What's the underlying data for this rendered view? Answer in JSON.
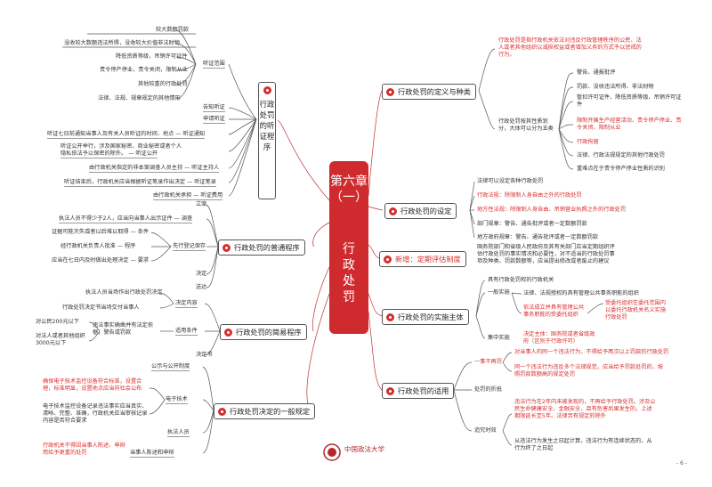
{
  "center": {
    "chapter": "第六章（一）",
    "title": "行政处罚"
  },
  "left": {
    "hearing": {
      "title": "行政处罚的听证程序",
      "scope": {
        "label": "听证范围",
        "items": [
          "较大数额罚款",
          "没收较大数额违法所得，没收较大价值非法财物",
          "降低资质等级，吊销许可证件",
          "责令停产停业，责令关闭，限制从业",
          "其他较重的行政处罚",
          "法律、法规、规章规定的其他情形"
        ]
      },
      "notify": "告知听证",
      "apply": "申请听证",
      "hearing_notice": "听证七日前通知当事人及有关人员听证的时间、地点 — 听证通知",
      "public": [
        "听证公开举行，涉及国家秘密、商业秘密或者个人",
        "隐私依法予以保密的除外。 — 听证公开"
      ],
      "host": "由行政机关指定的非本案调查人员主持 — 听证主持人",
      "record": "听证结束后，行政机关应当根据听证笔录作出决定 — 听证笔录",
      "cost": "由行政机关承担 — 听证费用"
    },
    "general": {
      "title": "行政处罚的普通程序",
      "filing": "立案",
      "investigation": "执法人员不得少于2人，应当向当事人出示证件 — 调查",
      "preserve": "先行登记保存",
      "conditions": "证据可能灭失或者以后难以取得 — 条件",
      "procedure": "经行政机关负责人批准 — 程序",
      "requirement": "应当在七日内及时做出处理决定 — 要求",
      "decision": "决定",
      "deliver": "送达"
    },
    "simple": {
      "title": "行政处罚的简易程序",
      "decision_content": "决定内容",
      "items": [
        "执法人员当场作出行政处罚决定",
        "行政处罚决定书当场交付当事人"
      ],
      "conditions": "适用条件",
      "applicable": "违法事实确凿并有法定依据，警告或罚款",
      "citizen": "对公民200元以下",
      "org": "对法人或者其他组织3000元以下",
      "decision_doc": "决定书"
    },
    "decision": {
      "title": "行政处罚决定的一般规定",
      "publicity": "公示与公开制度",
      "electronic": "电子技术",
      "tech": "确保电子技术监控设备符合标准，设置合理，标准明显，设置地点应当向社会公布",
      "record": "电子技术监控设备记录违法事实应当真实、清晰、完整、准确，行政机关应当审核记录内容是否符合要求",
      "staff": "执法人员",
      "statement": "当事人陈述和申辩",
      "no_heavier": "行政机关不得因当事人陈述、申辩而给予更重的处罚"
    }
  },
  "right": {
    "definition": {
      "title": "行政处罚的定义与种类",
      "def": "行政处罚是指行政机关依法对违反行政管理秩序的公民、法人或者其他组织以减损权益或者增加义务的方式予以惩戒的行为。",
      "types_label": "行政处罚按其性质划分，大体可以分为五类",
      "types": [
        "警告、通报批评",
        "罚款、没收违法所得、非法财物",
        "暂扣许可证件、降低资质等级、吊销许可证件",
        "限制开展生产经营活动、责令停产停业、责令关闭、限制从业",
        "行政拘留",
        "法律、行政法规规定的其他行政处罚",
        "重难点在于责令停产停业性质的识别"
      ]
    },
    "setting": {
      "title": "行政处罚的设定",
      "items": [
        "法律可以设定各种行政处罚",
        "行政法规：除限制人身自由之外的行政处罚",
        "地方性法规：除限制人身自由、吊销营业执照之外的行政处罚",
        "部门规章：警告、通告批评或者一定数额罚款",
        "地方政府规章：警告、通告批评或者一定数额罚款"
      ]
    },
    "evaluation": {
      "title": "新增：定期评估制度",
      "text": "国务院部门和省级人民政府及其有关部门应当定期组织评估行政处罚的事实情况和必要性，对不适当的行政处罚事项及种类、罚款数额等，应当提出修改或者废止的建议"
    },
    "subject": {
      "title": "行政处罚的实施主体",
      "items": [
        "具有行政处罚权的行政机关"
      ],
      "general_label": "一般实施",
      "authorized": "法律、法规授权的具有管理公共事务职能的组织",
      "entrusted": "依法成立并具有管理公共事务职能的受委托组织",
      "entrusted_note": "受委托组织在委托范围内以委托行政机关名义实施行政处罚",
      "centralized_label": "集中实施",
      "centralized": "决定主体：国务院或者省级政府（区别于行政许可）"
    },
    "application": {
      "title": "行政处罚的适用",
      "double_label": "一事不再罚",
      "double": [
        "对当事人的同一个违法行为，不得给予两次以上罚款的行政处罚",
        "同一个违法行为违反多个法律规范，应当给予罚款处罚的，按照罚款数额高的规定处罚"
      ],
      "offset": "处罚的折抵",
      "limitation_label": "追究时效",
      "limitation": [
        "违法行为在2年内未被发现的，不再给予行政处罚。涉及公民生命健康安全、金融安全，且有危害后果发生的，上述期限延长至5年。法律另有规定的除外",
        "从违法行为发生之日起计算，违法行为有连续状态的，从行为终了之日起"
      ]
    }
  },
  "logo": {
    "name": "中国政法大学"
  },
  "page_number": "- 6 -"
}
